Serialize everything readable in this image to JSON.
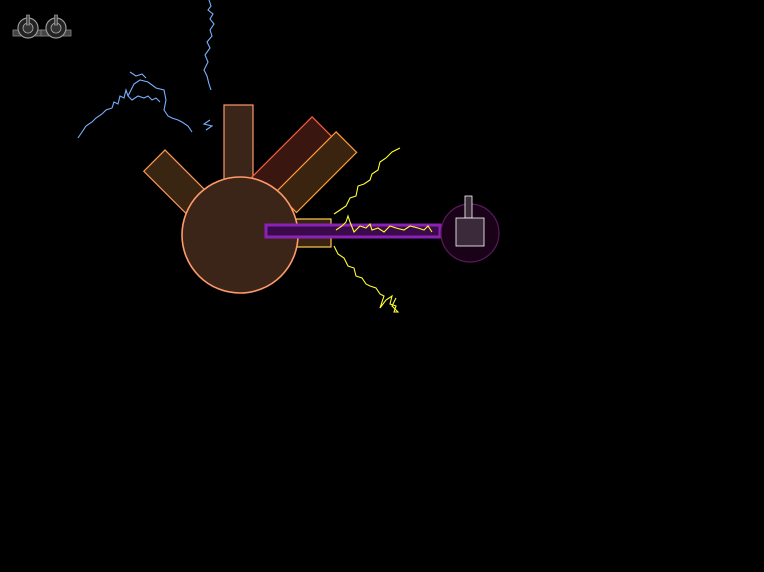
{
  "hud": {
    "lives_remaining": 2,
    "life_icon": "ship-life-icon"
  },
  "player": {
    "icon": "player-ship-icon",
    "body_color": "#3b2418",
    "outline_color": "#ff9a6a",
    "barrels": [
      {
        "name": "left-diagonal",
        "fill": "#3a2412",
        "stroke": "#ff9a55"
      },
      {
        "name": "vertical",
        "fill": "#3b2418",
        "stroke": "#ff9a6a"
      },
      {
        "name": "right-red",
        "fill": "#3a1610",
        "stroke": "#ff5a3a"
      },
      {
        "name": "right-orange",
        "fill": "#3a2410",
        "stroke": "#ff9a3a"
      },
      {
        "name": "horizontal",
        "fill": "#3a2410",
        "stroke": "#ffcc55"
      }
    ]
  },
  "enemy": {
    "icon": "enemy-turret-icon",
    "aura_color": "#5a1a5a",
    "body_color": "#3a2a3a",
    "outline_color": "#ffffff"
  },
  "beam": {
    "color": "#8a22b8",
    "fill": "#3a0a4a"
  },
  "effects": {
    "lightning_blue": "#7ab0ff",
    "lightning_yellow": "#ffff33"
  }
}
